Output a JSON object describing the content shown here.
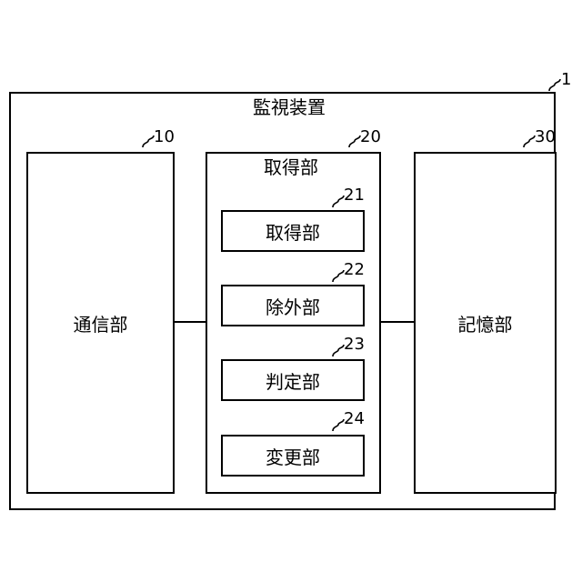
{
  "device": {
    "title": "監視装置",
    "ref": "1"
  },
  "communication": {
    "label": "通信部",
    "ref": "10"
  },
  "control": {
    "label": "取得部",
    "ref": "20",
    "units": [
      {
        "label": "取得部",
        "ref": "21"
      },
      {
        "label": "除外部",
        "ref": "22"
      },
      {
        "label": "判定部",
        "ref": "23"
      },
      {
        "label": "変更部",
        "ref": "24"
      }
    ]
  },
  "storage": {
    "label": "記憶部",
    "ref": "30"
  }
}
